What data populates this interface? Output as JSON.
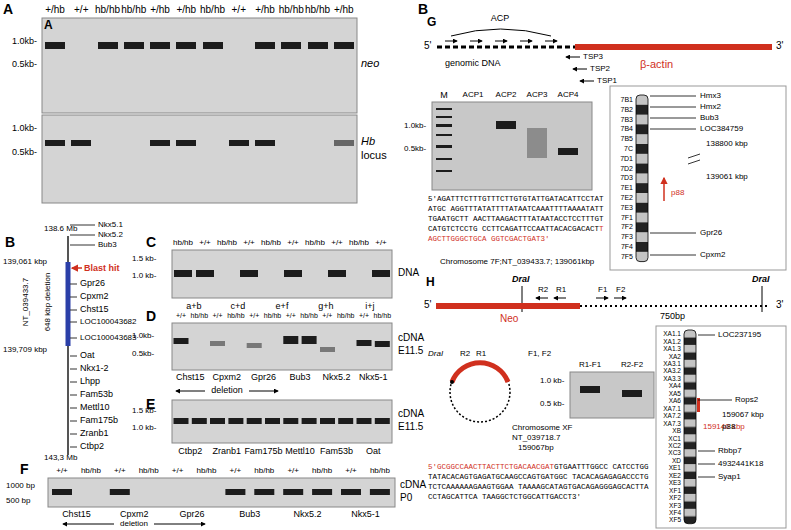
{
  "diagram": {
    "labels": [
      "A",
      "A",
      "+/hb",
      "+/+",
      "hb/hb",
      "hb/hb",
      "+/hb",
      "+/hb",
      "hb/hb",
      "+/+",
      "+/hb",
      "hb/hb",
      "hb/hb",
      "+/hb",
      "1.0kb-",
      "0.5kb-",
      "neo",
      "1.0kb-",
      "0.5kb-",
      "Hb",
      "locus",
      "B",
      "138.6 Mb",
      "Nkx5.1",
      "Nkx5.2",
      "Bub3",
      "139,061 kbp",
      "Blast hit",
      "Gpr26",
      "Cpxm2",
      "Chst15",
      "LOC100043682",
      "LOC100043683",
      "139,709 kbp",
      "Oat",
      "Nkx1-2",
      "Lhpp",
      "Fam53b",
      "Mettl10",
      "Fam175b",
      "Zranb1",
      "Ctbp2",
      "143,3 Mb",
      "NT_039433.7",
      "648 kbp deletion",
      "C",
      "hb/hb",
      "+/+",
      "hb/hb",
      "+/+",
      "hb/hb",
      "+/+",
      "hb/hb",
      "+/+",
      "hb/hb",
      "+/+",
      "1.5 kb-",
      "1.0 kb-",
      "DNA",
      "a+b",
      "c+d",
      "e+f",
      "g+h",
      "i+j",
      "D",
      "+/+",
      "hb/hb",
      "+/+",
      "hb/hb",
      "+/+",
      "hb/hb",
      "+/+",
      "hb/hb",
      "+/+",
      "hb/hb",
      "+/+",
      "hb/hb",
      "1.0kb-",
      "0.5kb-",
      "cDNA",
      "E11.5",
      "Chst15",
      "Cpxm2",
      "Gpr26",
      "Bub3",
      "Nkx5.2",
      "Nkx5-1",
      "deletion",
      "E",
      "1.5 kb-",
      "1.0 kb-",
      "cDNA",
      "E11.5",
      "Ctbp2",
      "Zranb1",
      "Fam175b",
      "Mettl10",
      "Fam53b",
      "Oat",
      "F",
      "+/+",
      "hb/hb",
      "+/+",
      "hb/hb",
      "+/+",
      "hb/hb",
      "+/+",
      "hb/hb",
      "+/+",
      "hb/hb",
      "+/+",
      "hb/hb",
      "1000 bp",
      "500 bp",
      "cDNA",
      "P0",
      "Chst15",
      "Cpxm2",
      "Gpr26",
      "Bub3",
      "Nkx5.2",
      "Nkx5-1",
      "deletion",
      "B",
      "G",
      "ACP",
      "5'",
      "3'",
      "genomic DNA",
      "β-actin",
      "TSP3",
      "TSP2",
      "TSP1",
      "M",
      "ACP1",
      "ACP2",
      "ACP3",
      "ACP4",
      "1.0kb-",
      "0.5kb-",
      "5'AGATTTCTTTGTTTCTTGTGTATTGATACATTCCTATATGC AGGTTTATATTTTATAATCAAATTTTAAAATATTTGAATGCTT AACTTAAGACTTTATAATACCTCCTTTGTCATGTCTCCTG CCTTCAGATTCCAATTACACGACACT",
      "TAGCTTGGGCTGCA GGTCGACTGAT3'",
      "Chromosome 7F;NT_039433.7; 139061kbp",
      "7B1",
      "7B2",
      "7B3",
      "7B4",
      "7B5",
      "7C",
      "7D1",
      "7D2",
      "7D3",
      "7E1",
      "7E2",
      "7E3",
      "7F1",
      "7F2",
      "7F3",
      "7F4",
      "7F5",
      "Hmx3",
      "Hmx2",
      "Bub3",
      "LOC384759",
      "138800 kbp",
      "139061 kbp",
      "p88",
      "Gpr26",
      "Cpxm2",
      "H",
      "DraI",
      "DraI",
      "5'",
      "3'",
      "R2",
      "R1",
      "F1",
      "F2",
      "Neo",
      "750bp",
      "DraI",
      "R2",
      "R1",
      "F1, F2",
      "R1-F1",
      "R2-F2",
      "1.0 kb-",
      "0.5 kb-",
      "Chromosome XF",
      "NT_039718.7",
      "159067bp",
      "5'GCGGCCAACTTACTTCTGACAACGAT",
      "GTGAATTTGGCC CATCCTGGTATACACAGTGAGATGCAAGCCAGTGATGGC TACACAGAGAGACCCTGTCTCAAAAAAGAAGTGGAA TAAAAGCATAGTGACAGAGGGAGCACTTACCTAGCATTCA TAAGGCTCTGGCATTGACCT3'",
      "XA1.1",
      "XA1.2",
      "XA1.3",
      "XA2",
      "XA3.1",
      "XA3.2",
      "XA3.3",
      "XA4",
      "XA5",
      "XA6",
      "XA7.1",
      "XA7.2",
      "XA7.3",
      "XB",
      "XC1",
      "XC2",
      "XC3",
      "XD",
      "XE1",
      "XE2",
      "XE3",
      "XF1",
      "XF2",
      "XF3",
      "XF4",
      "XF5",
      "LOC237195",
      "Rops2",
      "159067 kbp",
      "159140 kbp",
      "p88",
      "Rbbp7",
      "4932441K18",
      "Syap1"
    ]
  }
}
